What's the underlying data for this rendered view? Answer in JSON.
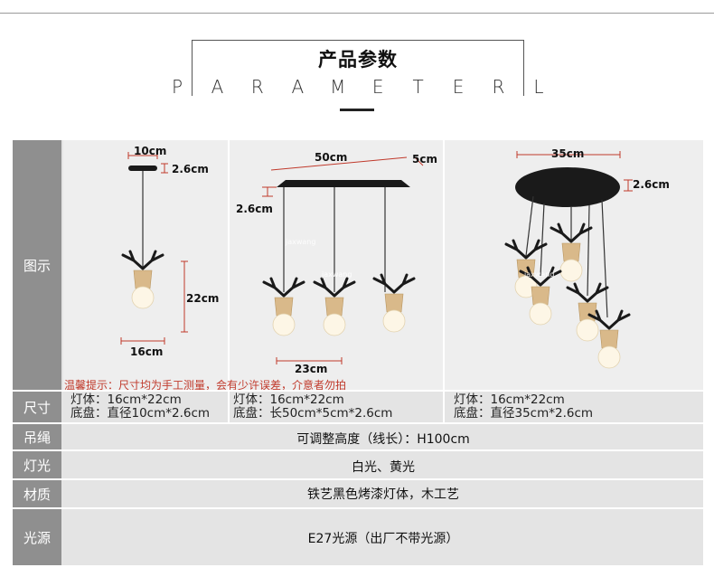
{
  "header": {
    "title_cn": "产品参数",
    "title_en_letters": [
      "P",
      "A",
      "R",
      "A",
      "M",
      "E",
      "T",
      "E",
      "R",
      "L"
    ]
  },
  "rows": {
    "illustration": {
      "label": "图示",
      "notice": "温馨提示：尺寸均为手工测量，会有少许误差，介意者勿拍",
      "watermark_1": "jaxwang",
      "watermark_2": "jaxwang",
      "watermark_3": "jaxwang",
      "dims": {
        "single_plate_width": "10cm",
        "single_plate_height": "2.6cm",
        "single_body_height": "22cm",
        "single_body_width": "16cm",
        "linear_plate_length": "50cm",
        "linear_plate_depth": "5cm",
        "linear_plate_height": "2.6cm",
        "linear_body_width": "23cm",
        "round_plate_diameter": "35cm",
        "round_plate_height": "2.6cm"
      }
    },
    "size": {
      "label": "尺寸",
      "col1_line1": "灯体：16cm*22cm",
      "col1_line2": "底盘：直径10cm*2.6cm",
      "col2_line1": "灯体：16cm*22cm",
      "col2_line2": "底盘：长50cm*5cm*2.6cm",
      "col3_line1": "灯体：16cm*22cm",
      "col3_line2": "底盘：直径35cm*2.6cm"
    },
    "cord": {
      "label": "吊绳",
      "value": "可调整高度（线长）：H100cm"
    },
    "light": {
      "label": "灯光",
      "value": "白光、黄光"
    },
    "material": {
      "label": "材质",
      "value": "铁艺黑色烤漆灯体，木工艺"
    },
    "source": {
      "label": "光源",
      "value": "E27光源（出厂不带光源）"
    }
  },
  "colors": {
    "label_bg": "#8f8f8f",
    "cell_bg": "#e4e4e4",
    "notice": "#c0392b",
    "dimension_line": "#c0392b",
    "wood": "#d9b98a",
    "metal": "#1a1a1a"
  }
}
